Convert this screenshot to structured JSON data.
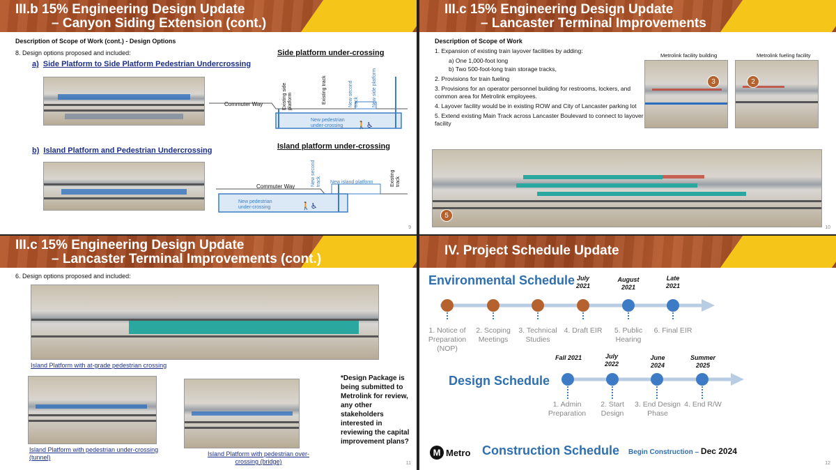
{
  "slide9": {
    "title_line1": "III.b 15% Engineering Design Update",
    "title_line2": "– Canyon Siding Extension (cont.)",
    "heading": "Description of Scope of Work (cont.) - Design Options",
    "item8": "8.   Design options proposed and included:",
    "option_a_letter": "a)",
    "option_a": "Side Platform to Side Platform Pedestrian Undercrossing",
    "option_b_letter": "b)",
    "option_b": "Island Platform and Pedestrian Undercrossing",
    "side_head": "Side platform under-crossing",
    "island_head": "Island platform under-crossing",
    "side_labels": {
      "commuter_way": "Commuter Way",
      "existing_side_platform": "Existing side platform",
      "existing_track": "Existing track",
      "new_second_track": "New second track",
      "new_side_platform": "New side platform",
      "new_ped": "New pedestrian under-crossing"
    },
    "island_labels": {
      "commuter_way": "Commuter Way",
      "new_second_track": "New second track",
      "new_island_platform": "New island platform",
      "existing_track": "Existing track",
      "new_ped": "New pedestrian under-crossing"
    },
    "page": "9"
  },
  "slide10": {
    "title_line1": "III.c 15% Engineering Design Update",
    "title_line2": "– Lancaster Terminal Improvements",
    "heading": "Description of Scope of Work",
    "items": [
      "1.   Expansion of existing train layover facilities by adding:",
      "a)   One 1,000-foot long",
      "b)   Two 500-foot-long train storage tracks,",
      "2.   Provisions for train fueling",
      "3.   Provisions for an operator personnel building for restrooms, lockers, and common area for Metrolink employees.",
      "4.   Layover facility would be in existing ROW and City of Lancaster parking lot",
      "5.   Extend existing Main Track across Lancaster Boulevard to connect to layover facility"
    ],
    "label_building": "Metrolink facility building",
    "label_fueling": "Metrolink fueling facility",
    "badge3": "3",
    "badge2": "2",
    "badge5": "5",
    "page": "10"
  },
  "slide11": {
    "title_line1": "III.c 15% Engineering Design Update",
    "title_line2": "– Lancaster Terminal Improvements (cont.)",
    "item6": "6.   Design options proposed and included:",
    "cap1": "Island Platform with at-grade pedestrian crossing",
    "cap2": "Island Platform with pedestrian under-crossing (tunnel)",
    "cap3": "Island Platform with pedestrian over-crossing (bridge)",
    "note": "*Design Package is being submitted to Metrolink for review, any other stakeholders interested in reviewing the capital improvement plans?",
    "page": "11"
  },
  "slide12": {
    "title": "IV. Project Schedule Update",
    "env_title": "Environmental Schedule",
    "env_dates": [
      {
        "date": "July 2021"
      },
      {
        "date": "August 2021"
      },
      {
        "date": "Late 2021"
      }
    ],
    "env_milestones": [
      "1. Notice of Preparation (NOP)",
      "2. Scoping Meetings",
      "3. Technical Studies",
      "4. Draft EIR",
      "5. Public Hearing",
      "6. Final EIR"
    ],
    "design_title": "Design Schedule",
    "design_dates": [
      "Fall 2021",
      "July 2022",
      "June 2024",
      "Summer 2025"
    ],
    "design_milestones": [
      "1. Admin Preparation",
      "2. Start Design",
      "3. End Design Phase",
      "4. End R/W"
    ],
    "construction_title": "Construction Schedule",
    "begin_label": "Begin Construction –",
    "begin_date": "Dec 2024",
    "logo_text": "Metro",
    "logo_letter": "M",
    "page": "12",
    "colors": {
      "orange": "#b5622e",
      "blue": "#3d7cc4",
      "arrow": "#b8cce4"
    }
  }
}
